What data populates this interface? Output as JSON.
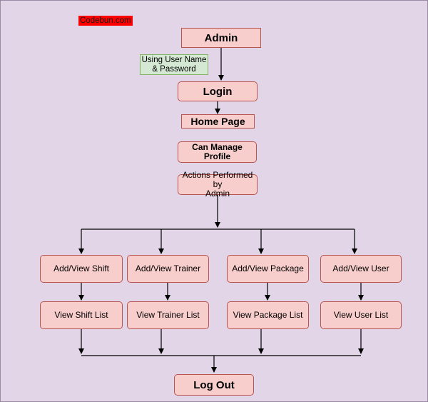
{
  "watermark": "Codebun.com",
  "note": {
    "line1": "Using User Name",
    "line2": "& Password"
  },
  "flow": {
    "admin": "Admin",
    "login": "Login",
    "home": "Home Page",
    "profile": "Can Manage Profile",
    "actions_line1": "Actions Performed by",
    "actions_line2": "Admin",
    "logout": "Log Out"
  },
  "add_actions": [
    "Add/View Shift",
    "Add/View Trainer",
    "Add/View Package",
    "Add/View User"
  ],
  "view_lists": [
    "View Shift List",
    "View Trainer List",
    "View Package List",
    "View User List"
  ],
  "colors": {
    "background": "#e1d5e7",
    "node_fill": "#f8cecc",
    "node_stroke": "#b85450",
    "note_fill": "#d5e8d4",
    "note_stroke": "#82b366",
    "watermark_fill": "#ff0000"
  }
}
